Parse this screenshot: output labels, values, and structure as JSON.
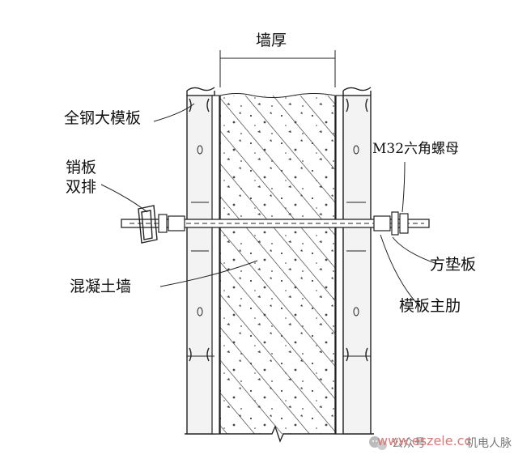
{
  "labels": {
    "wall_thickness": "墙厚",
    "steel_formwork": "全钢大模板",
    "pin_plate": "销板",
    "double_row": "双排",
    "m32_nut": "M32六角螺母",
    "square_washer": "方垫板",
    "concrete_wall": "混凝土墙",
    "main_rib": "模板主肋"
  },
  "watermark": {
    "platform": "公众号",
    "account": "机电人脉",
    "url": "www.eszele.cc"
  }
}
